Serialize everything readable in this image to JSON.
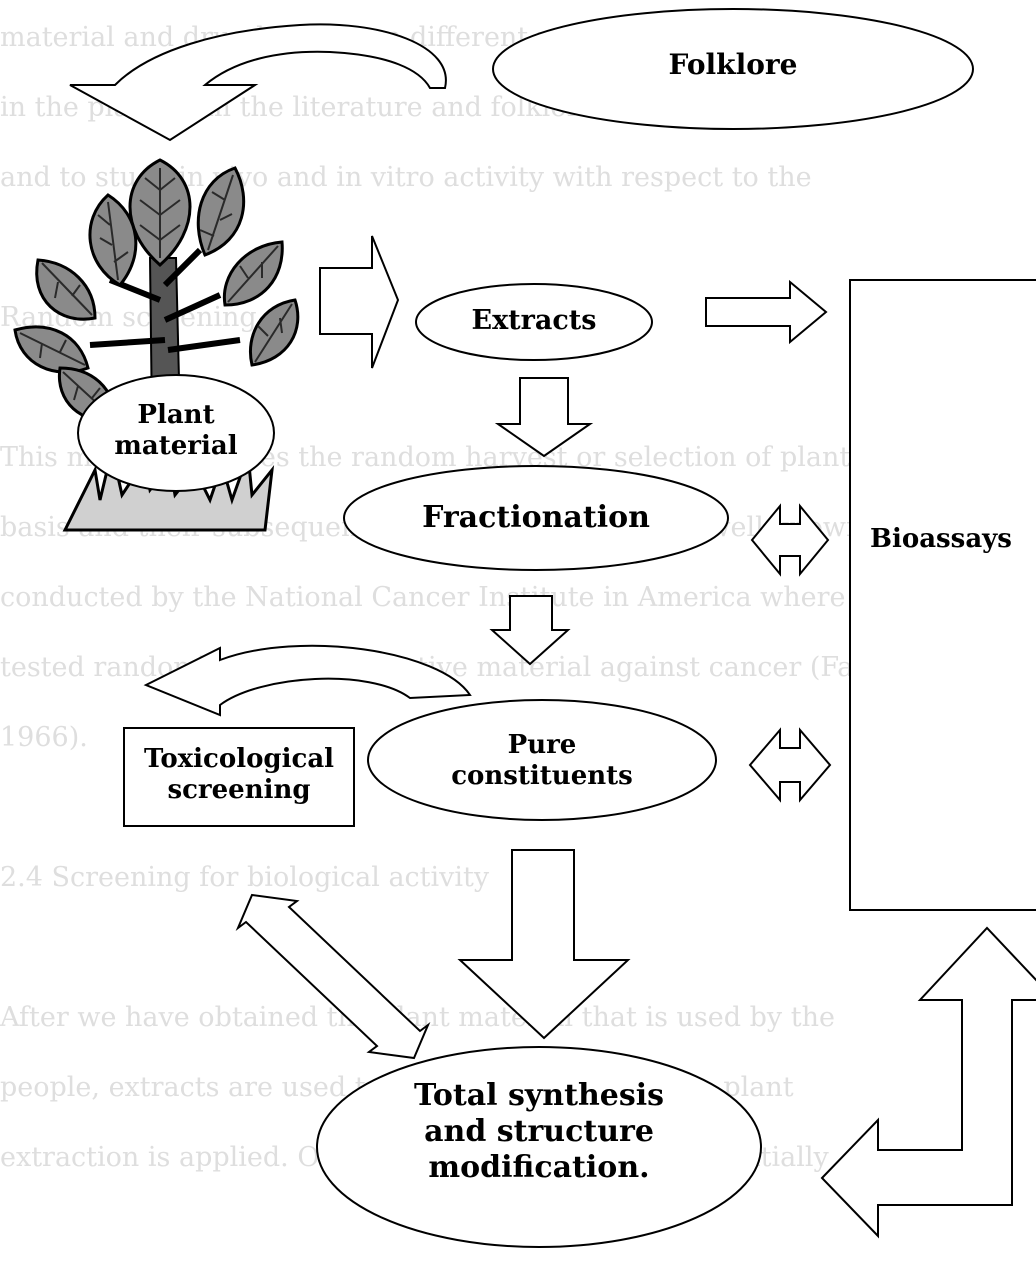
{
  "background_text": [
    "material and drug leads from different natural sources such as",
    "in the plant from the literature and folklore uses was followed",
    "and to study in vivo and in vitro activity with respect to the",
    "",
    "Random screening",
    "",
    "This method involves the random harvest or selection of plants",
    "basis and their subsequent testing for activity. One well-known",
    "conducted by the National Cancer Institute in America where",
    "tested randomly and got no active material against cancer (Farnsworth",
    "1966).",
    "",
    "2.4 Screening for biological activity",
    "",
    "After we have obtained the plant material that is used by the",
    "people, extracts are used to study the activity of the plant",
    "extraction is applied. Organic solvents are used sequentially"
  ],
  "nodes": {
    "folklore": "Folklore",
    "plant_material": [
      "Plant",
      "material"
    ],
    "extracts": "Extracts",
    "fractionation": "Fractionation",
    "bioassays": "Bioassays",
    "pure_constituents": [
      "Pure",
      "constituents"
    ],
    "toxicological_screening": [
      "Toxicological",
      "screening"
    ],
    "total_synthesis": [
      "Total synthesis",
      "and structure",
      "modification."
    ]
  },
  "colors": {
    "stroke": "#000000",
    "node_fill": "#ffffff",
    "background_text": "#dedede",
    "leaf_fill": "#8a8a8a",
    "leaf_dark": "#4a4a4a",
    "grass_fill": "#d0d0d0"
  },
  "icons": [
    "plant-icon",
    "grass-icon"
  ]
}
